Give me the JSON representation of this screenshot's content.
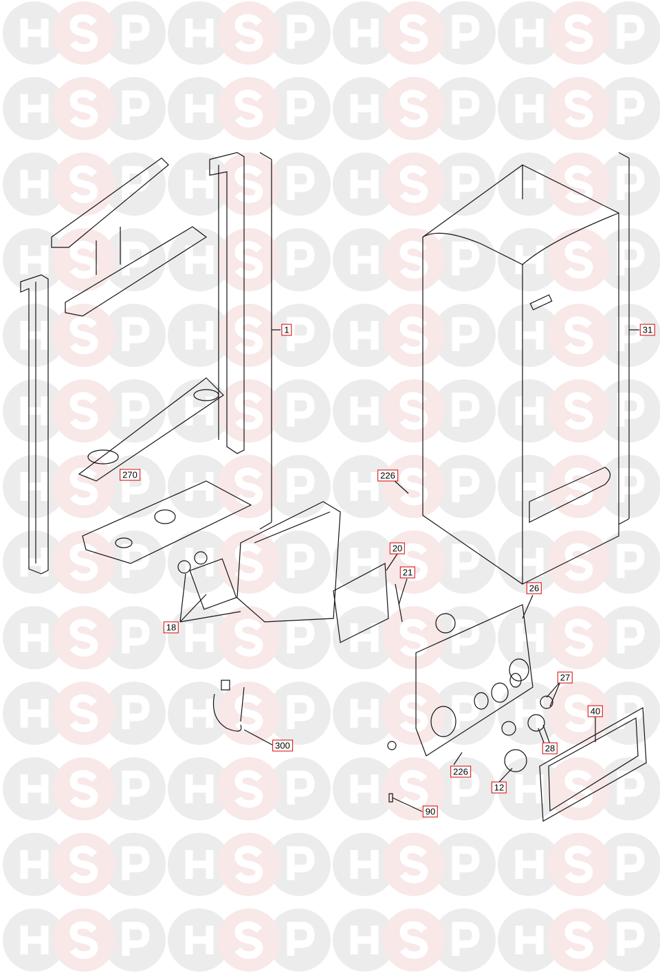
{
  "watermark": {
    "letters": [
      "H",
      "S",
      "P"
    ],
    "colors": {
      "H": "#ececec",
      "S": "#f8e8e8",
      "P": "#ececec"
    }
  },
  "accent_color": "#d40000",
  "callouts": [
    {
      "id": "frame",
      "text": "1"
    },
    {
      "id": "casing",
      "text": "31"
    },
    {
      "id": "bracket",
      "text": "270"
    },
    {
      "id": "clip-upper",
      "text": "226"
    },
    {
      "id": "pcb",
      "text": "20"
    },
    {
      "id": "fuse",
      "text": "21"
    },
    {
      "id": "control-housing",
      "text": "18"
    },
    {
      "id": "fascia",
      "text": "26"
    },
    {
      "id": "knob-small",
      "text": "27"
    },
    {
      "id": "knob-large",
      "text": "28"
    },
    {
      "id": "cover",
      "text": "40"
    },
    {
      "id": "harness",
      "text": "300"
    },
    {
      "id": "clip-lower",
      "text": "226"
    },
    {
      "id": "gauge",
      "text": "12"
    },
    {
      "id": "pin",
      "text": "90"
    }
  ]
}
